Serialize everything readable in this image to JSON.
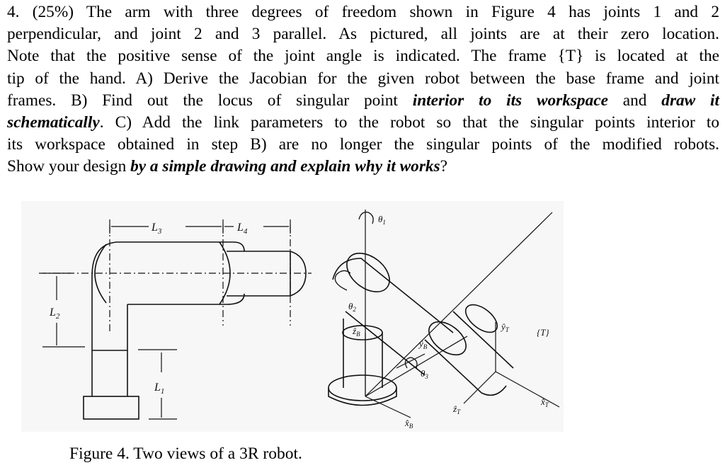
{
  "problem": {
    "lines": {
      "l1": "4. (25%) The arm with three degrees of freedom shown in Figure 4 has joints 1 and 2",
      "l2": "perpendicular, and joint 2 and 3 parallel. As pictured, all joints are at their zero location.",
      "l3": "Note that the positive sense of the joint angle is indicated. The frame {T} is located at the",
      "l4": "tip of the hand. A) Derive the Jacobian for the given robot between the base frame and joint",
      "l5a": "frames. B) Find out the locus of singular point ",
      "l5b": "interior to its workspace",
      "l5c": " and ",
      "l5d": "draw it",
      "l6a": "schematically",
      "l6b": ". C) Add the link parameters to the robot so that the singular points interior to",
      "l7": "its workspace obtained in step B) are no longer the singular points of the modified robots.",
      "l8a": "Show your design ",
      "l8b": "by a simple drawing and explain why it works",
      "l8c": "?"
    }
  },
  "figure": {
    "left_view": {
      "L1": "L",
      "L1_sub": "1",
      "L2": "L",
      "L2_sub": "2",
      "L3": "L",
      "L3_sub": "3",
      "L4": "L",
      "L4_sub": "4"
    },
    "right_view": {
      "theta1": "θ",
      "theta1_sub": "1",
      "theta2": "θ",
      "theta2_sub": "2",
      "theta3": "θ",
      "theta3_sub": "3",
      "zB": "ẑ",
      "zB_sub": "B",
      "yB": "ŷ",
      "yB_sub": "B",
      "xB": "x̂",
      "xB_sub": "B",
      "yT": "ŷ",
      "yT_sub": "T",
      "zT": "ẑ",
      "zT_sub": "T",
      "xT": "x̂",
      "xT_sub": "T",
      "frameT": "{T}"
    }
  },
  "caption": "Figure 4. Two views of a 3R robot."
}
